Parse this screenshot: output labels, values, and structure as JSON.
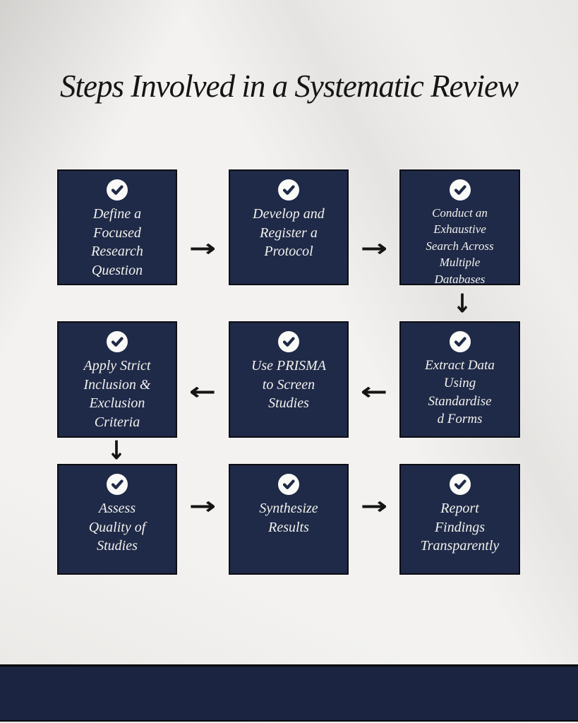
{
  "page": {
    "title": "Steps Involved in a Systematic Review",
    "background_color": "#f3f2f0",
    "title_color": "#151515",
    "footer_bar_color": "#1b2440"
  },
  "colors": {
    "box_fill": "#1f2a48",
    "box_border": "#0c0d14",
    "box_text": "#f2f1ed",
    "arrow": "#141414",
    "check_circle_fill": "#fafaf8",
    "check_mark": "#1f2a48"
  },
  "icons": {
    "check_circle": {
      "name": "check-circle-icon",
      "glyph": "✓"
    },
    "arrow_right": {
      "name": "arrow-right-icon",
      "glyph": "→"
    },
    "arrow_left": {
      "name": "arrow-left-icon",
      "glyph": "←"
    },
    "arrow_down": {
      "name": "arrow-down-icon",
      "glyph": "↓"
    }
  },
  "steps": [
    {
      "id": 1,
      "label": "Define a\nFocused\nResearch\nQuestion"
    },
    {
      "id": 2,
      "label": "Develop and\nRegister a\nProtocol"
    },
    {
      "id": 3,
      "label": "Conduct an\nExhaustive\nSearch Across\nMultiple\nDatabases"
    },
    {
      "id": 4,
      "label": "Apply Strict\nInclusion &\nExclusion\nCriteria"
    },
    {
      "id": 5,
      "label": "Use PRISMA\nto Screen\nStudies"
    },
    {
      "id": 6,
      "label": "Extract Data\nUsing\nStandardise\nd Forms"
    },
    {
      "id": 7,
      "label": "Assess\nQuality of\nStudies"
    },
    {
      "id": 8,
      "label": "Synthesize\nResults"
    },
    {
      "id": 9,
      "label": "Report\nFindings\nTransparently"
    }
  ],
  "flow": {
    "arrows": [
      {
        "from": 1,
        "to": 2,
        "direction": "right"
      },
      {
        "from": 2,
        "to": 3,
        "direction": "right"
      },
      {
        "from": 3,
        "to": 6,
        "direction": "down"
      },
      {
        "from": 6,
        "to": 5,
        "direction": "left"
      },
      {
        "from": 5,
        "to": 4,
        "direction": "left"
      },
      {
        "from": 4,
        "to": 7,
        "direction": "down"
      },
      {
        "from": 7,
        "to": 8,
        "direction": "right"
      },
      {
        "from": 8,
        "to": 9,
        "direction": "right"
      }
    ]
  }
}
